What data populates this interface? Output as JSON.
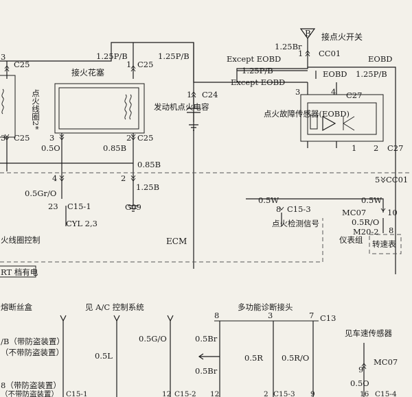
{
  "labels": {
    "ignition_switch": "接点火开关",
    "b_tag": "B",
    "ign_coil": "点火线圈2*",
    "spark_plug": "接火花塞",
    "capacitor": "发动机点火电容",
    "fault_sensor": "点火故障传感器(EOBD)",
    "cylinder_ctrl": "火线圈控制",
    "cyl": "CYL 2,3",
    "ecm": "ECM",
    "ign_check": "点火检测信号",
    "cluster": "仪表组",
    "tach": "转速表",
    "start_power": "RT 档有电",
    "fuse_box": "熔断丝盒",
    "ac_system": "见 A/C 控制系统",
    "diag_conn": "多功能诊断接头",
    "vss": "见车速传感器",
    "except_eobd_1": "Except EOBD",
    "except_eobd_2": "Except EOBD",
    "eobd_1": "EOBD",
    "eobd_2": "EOBD",
    "anti_theft_1": "/B（带防盗装置）",
    "anti_theft_2": "（不带防盗装置）",
    "anti_theft_3": "8（带防盗装置）",
    "anti_theft_4": "（不带防盗装置）"
  },
  "wires": {
    "w1": "1.25P/B",
    "w2": "1.25P/B",
    "w3": "1.25Br",
    "w4": "1.25P/B",
    "w5": "1.25P/B",
    "w6": "0.5O",
    "w7": "0.85B",
    "w8": "0.85B",
    "w9": "1.25B",
    "w10": "0.5Gr/O",
    "w11": "0.5W",
    "w12": "0.5W",
    "w13": "0.5R/O",
    "w14": "0.5G/O",
    "w15": "0.5L",
    "w16": "0.5Br",
    "w17": "0.5R",
    "w18": "0.5R/O",
    "w19": "0.5Br",
    "w20": "0.5O"
  },
  "connectors": {
    "c25a": "C25",
    "c25b": "C25",
    "c25c": "C25",
    "c25d": "C25",
    "c24": "C24",
    "cc01a": "CC01",
    "cc01b": "CC01",
    "c27a": "C27",
    "c27b": "C27",
    "c151": "C15-1",
    "c153": "C15-3",
    "mc07a": "MC07",
    "m202": "M20-2",
    "g09": "G09",
    "c13": "C13",
    "mc07b": "MC07",
    "c151b": "C15-1",
    "c152": "C15-2",
    "c153b": "C15-3",
    "c154": "C15-4"
  },
  "pins": {
    "p3a": "3",
    "p1a": "1",
    "p3b": "3",
    "p3c": "3",
    "p2a": "2",
    "p1b": "1",
    "p1c": "1",
    "p4a": "4",
    "p2b": "2",
    "p23": "23",
    "p3d": "3",
    "p4b": "4",
    "p1d": "1",
    "p2c": "2",
    "p5": "5",
    "p8a": "8",
    "p10": "10",
    "p8b": "8",
    "p8c": "8",
    "p3e": "3",
    "p7": "7",
    "p9a": "9",
    "p12": "12",
    "p12b": "12",
    "p2d": "2",
    "p9b": "9",
    "p16": "16"
  }
}
